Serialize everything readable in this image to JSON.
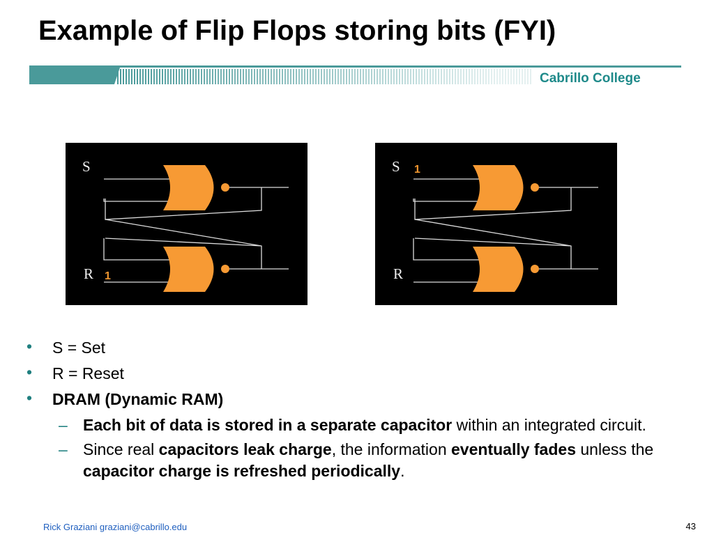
{
  "title": "Example of Flip Flops storing bits (FYI)",
  "brand": "Cabrillo College",
  "diagrams": [
    {
      "s_label": "S",
      "r_label": "R",
      "s_value": "",
      "r_value": "1"
    },
    {
      "s_label": "S",
      "r_label": "R",
      "s_value": "1",
      "r_value": ""
    }
  ],
  "bullets": {
    "b1": "S = Set",
    "b2": "R = Reset",
    "b3": "DRAM (Dynamic RAM)",
    "s1_bold": "Each bit of data is stored in a separate capacitor",
    "s1_rest": " within an integrated circuit.",
    "s2_a": "Since real ",
    "s2_b": "capacitors leak charge",
    "s2_c": ", the information ",
    "s2_d": "eventually fades",
    "s2_e": " unless the ",
    "s2_f": "capacitor charge is refreshed periodically",
    "s2_g": "."
  },
  "footer": {
    "author": "Rick Graziani  graziani@cabrillo.edu",
    "page": "43"
  },
  "colors": {
    "accent": "#1f8a8a",
    "gate": "#f79a34"
  }
}
